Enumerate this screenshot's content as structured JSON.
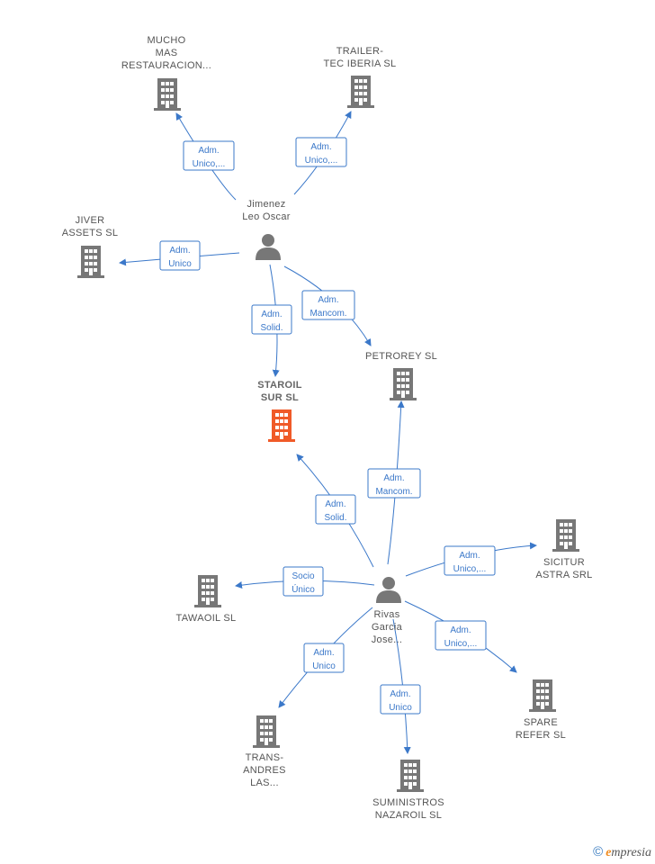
{
  "nodes": {
    "mucho": {
      "type": "company",
      "lines": [
        "MUCHO",
        "MAS",
        "RESTAURACION..."
      ],
      "color": "#777777"
    },
    "trailer": {
      "type": "company",
      "lines": [
        "TRAILER-",
        "TEC IBERIA SL"
      ],
      "color": "#777777"
    },
    "jiver": {
      "type": "company",
      "lines": [
        "JIVER",
        "ASSETS SL"
      ],
      "color": "#777777"
    },
    "jimenez": {
      "type": "person",
      "lines": [
        "Jimenez",
        "Leo Oscar"
      ],
      "color": "#777777"
    },
    "staroil": {
      "type": "company",
      "lines": [
        "STAROIL",
        "SUR SL"
      ],
      "color": "#f05a28",
      "bold": true
    },
    "petrorey": {
      "type": "company",
      "lines": [
        "PETROREY SL"
      ],
      "color": "#777777"
    },
    "sicitur": {
      "type": "company",
      "lines": [
        "SICITUR",
        "ASTRA SRL"
      ],
      "color": "#777777"
    },
    "tawaoil": {
      "type": "company",
      "lines": [
        "TAWAOIL SL"
      ],
      "color": "#777777"
    },
    "rivas": {
      "type": "person",
      "lines": [
        "Rivas",
        "Garcia",
        "Jose..."
      ],
      "color": "#777777"
    },
    "spare": {
      "type": "company",
      "lines": [
        "SPARE",
        "REFER SL"
      ],
      "color": "#777777"
    },
    "transandres": {
      "type": "company",
      "lines": [
        "TRANS-",
        "ANDRES",
        "LAS..."
      ],
      "color": "#777777"
    },
    "suministros": {
      "type": "company",
      "lines": [
        "SUMINISTROS",
        "NAZAROIL SL"
      ],
      "color": "#777777"
    }
  },
  "edges": [
    {
      "id": "e1",
      "from": "jimenez",
      "to": "mucho",
      "label": [
        "Adm.",
        "Unico,..."
      ]
    },
    {
      "id": "e2",
      "from": "jimenez",
      "to": "trailer",
      "label": [
        "Adm.",
        "Unico,..."
      ]
    },
    {
      "id": "e3",
      "from": "jimenez",
      "to": "jiver",
      "label": [
        "Adm.",
        "Unico"
      ]
    },
    {
      "id": "e4",
      "from": "jimenez",
      "to": "staroil",
      "label": [
        "Adm.",
        "Solid."
      ]
    },
    {
      "id": "e5",
      "from": "jimenez",
      "to": "petrorey",
      "label": [
        "Adm.",
        "Mancom."
      ]
    },
    {
      "id": "e6",
      "from": "rivas",
      "to": "staroil",
      "label": [
        "Adm.",
        "Solid."
      ]
    },
    {
      "id": "e7",
      "from": "rivas",
      "to": "petrorey",
      "label": [
        "Adm.",
        "Mancom."
      ]
    },
    {
      "id": "e8",
      "from": "rivas",
      "to": "sicitur",
      "label": [
        "Adm.",
        "Unico,..."
      ]
    },
    {
      "id": "e9",
      "from": "rivas",
      "to": "tawaoil",
      "label": [
        "Socio",
        "Único"
      ]
    },
    {
      "id": "e10",
      "from": "rivas",
      "to": "spare",
      "label": [
        "Adm.",
        "Unico,..."
      ]
    },
    {
      "id": "e11",
      "from": "rivas",
      "to": "transandres",
      "label": [
        "Adm.",
        "Unico"
      ]
    },
    {
      "id": "e12",
      "from": "rivas",
      "to": "suministros",
      "label": [
        "Adm.",
        "Unico"
      ]
    }
  ],
  "colors": {
    "edge": "#3b78c9",
    "icon": "#777777",
    "focus": "#f05a28"
  },
  "watermark": {
    "symbol": "©",
    "brand_initial": "e",
    "brand_rest": "mpresia"
  }
}
